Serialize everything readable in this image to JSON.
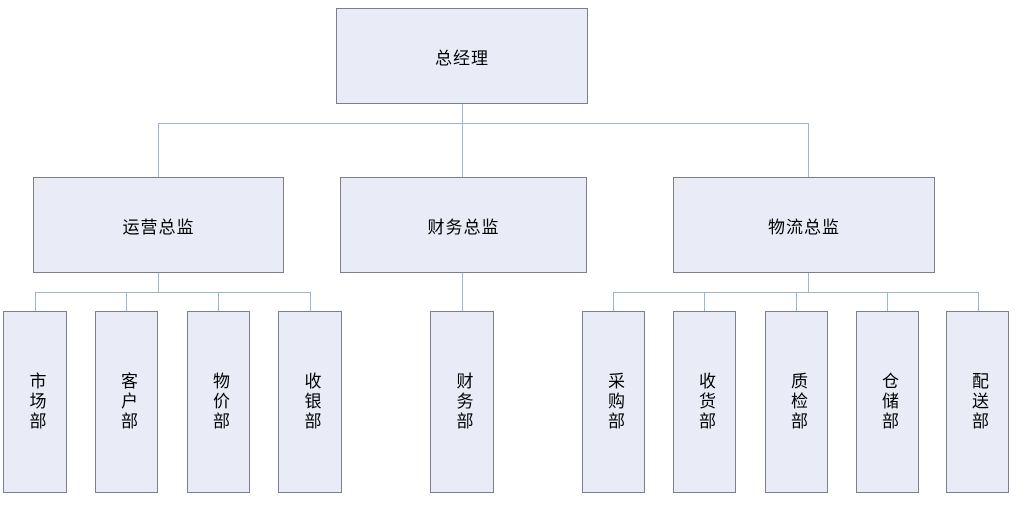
{
  "diagram": {
    "title": "",
    "type": "organization-chart",
    "colors": {
      "node_fill": "#e9ecf6",
      "node_border": "#7b808f",
      "connector": "#9cb6cb",
      "text": "#000000",
      "background": "#ffffff"
    },
    "levels": {
      "root": {
        "label": "总经理"
      },
      "directors": [
        {
          "label": "运营总监"
        },
        {
          "label": "财务总监"
        },
        {
          "label": "物流总监"
        }
      ],
      "departments": {
        "operations": [
          {
            "label": "市场部"
          },
          {
            "label": "客户部"
          },
          {
            "label": "物价部"
          },
          {
            "label": "收银部"
          }
        ],
        "finance": [
          {
            "label": "财务部"
          }
        ],
        "logistics": [
          {
            "label": "采购部"
          },
          {
            "label": "收货部"
          },
          {
            "label": "质检部"
          },
          {
            "label": "仓储部"
          },
          {
            "label": "配送部"
          }
        ]
      }
    }
  }
}
